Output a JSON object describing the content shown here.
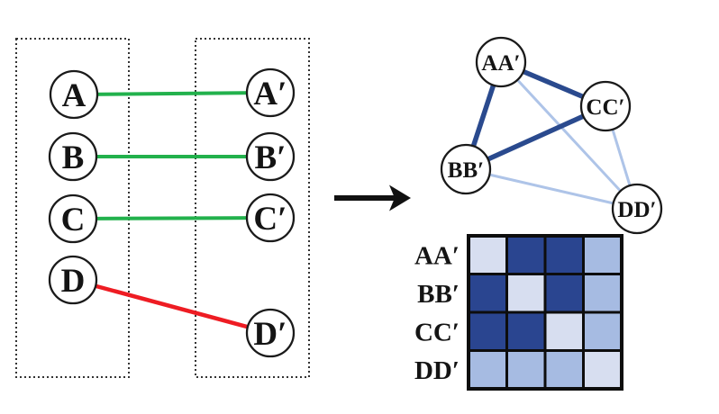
{
  "colors": {
    "match_correct_green": "#22b14c",
    "match_wrong_red": "#ee1c23",
    "node_stroke": "#1a1a1a",
    "node_fill": "#ffffff",
    "edge_strong_blue": "#2a4a8e",
    "edge_weak_blue": "#aec4e8",
    "cell_dark": "#2a4590",
    "cell_medium": "#a6bbe2",
    "cell_light": "#d7def0",
    "box_border": "#333333",
    "arrow_black": "#111111",
    "grid_black": "#0d0d0d"
  },
  "icons": {
    "transform_arrow": "right-arrow"
  },
  "bipartite": {
    "left_nodes": [
      "A",
      "B",
      "C",
      "D"
    ],
    "right_nodes": [
      "A′",
      "B′",
      "C′",
      "D′"
    ],
    "matches": [
      {
        "from": "A",
        "to": "A′",
        "status": "correct"
      },
      {
        "from": "B",
        "to": "B′",
        "status": "correct"
      },
      {
        "from": "C",
        "to": "C′",
        "status": "correct"
      },
      {
        "from": "D",
        "to": "D′",
        "status": "wrong"
      }
    ]
  },
  "graph": {
    "nodes": [
      "AA′",
      "CC′",
      "BB′",
      "DD′"
    ],
    "edges": [
      {
        "from": "AA′",
        "to": "DD′",
        "weight": "weak"
      },
      {
        "from": "BB′",
        "to": "DD′",
        "weight": "weak"
      },
      {
        "from": "CC′",
        "to": "DD′",
        "weight": "weak"
      },
      {
        "from": "AA′",
        "to": "CC′",
        "weight": "strong"
      },
      {
        "from": "AA′",
        "to": "BB′",
        "weight": "strong"
      },
      {
        "from": "BB′",
        "to": "CC′",
        "weight": "strong"
      }
    ]
  },
  "matrix": {
    "row_labels": [
      "AA′",
      "BB′",
      "CC′",
      "DD′"
    ],
    "cells": [
      [
        "light",
        "dark",
        "dark",
        "medium"
      ],
      [
        "dark",
        "light",
        "dark",
        "medium"
      ],
      [
        "dark",
        "dark",
        "light",
        "medium"
      ],
      [
        "medium",
        "medium",
        "medium",
        "light"
      ]
    ]
  }
}
